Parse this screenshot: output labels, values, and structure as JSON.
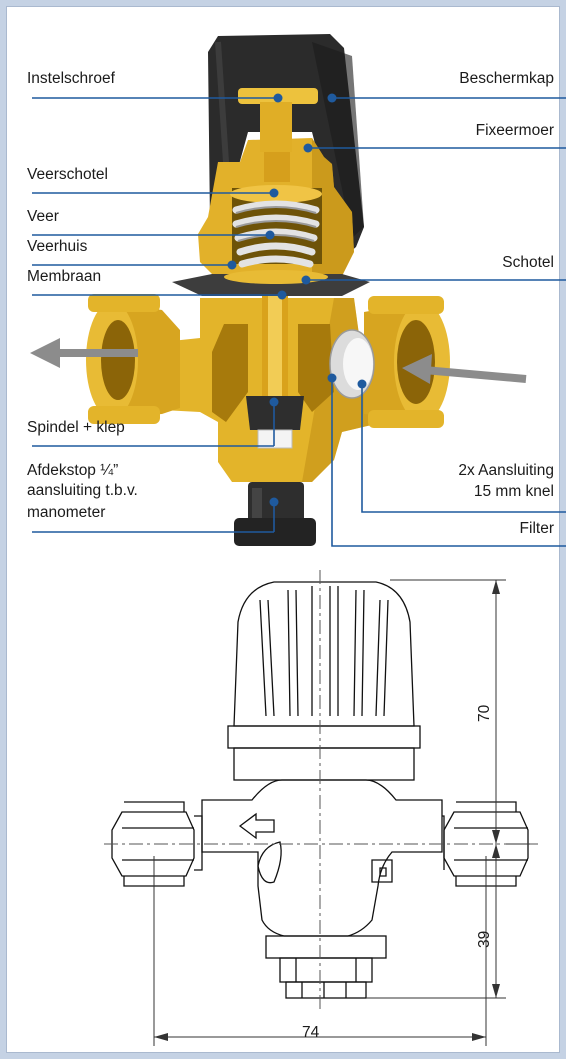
{
  "labels_left": {
    "instelschroef": "Instelschroef",
    "veerschotel": "Veerschotel",
    "veer": "Veer",
    "veerhuis": "Veerhuis",
    "membraan": "Membraan",
    "spindel": "Spindel + klep",
    "afdekstop_line1": "Afdekstop ¼”",
    "afdekstop_line2": "aansluiting t.b.v.",
    "afdekstop_line3": "manometer"
  },
  "labels_right": {
    "beschermkap": "Beschermkap",
    "fixeermoer": "Fixeermoer",
    "schotel": "Schotel",
    "aansluiting_line1": "2x Aansluiting",
    "aansluiting_line2": "15 mm knel",
    "filter": "Filter"
  },
  "dimensions": {
    "height_top": "70",
    "height_bottom": "39",
    "width": "74"
  },
  "colors": {
    "leader": "#1f5a9e",
    "brass": "#e3b42a",
    "brass_dark": "#b88610",
    "cap": "#2a2a2a",
    "spring": "#d9d9d9",
    "arrow": "#8c8c8c"
  }
}
